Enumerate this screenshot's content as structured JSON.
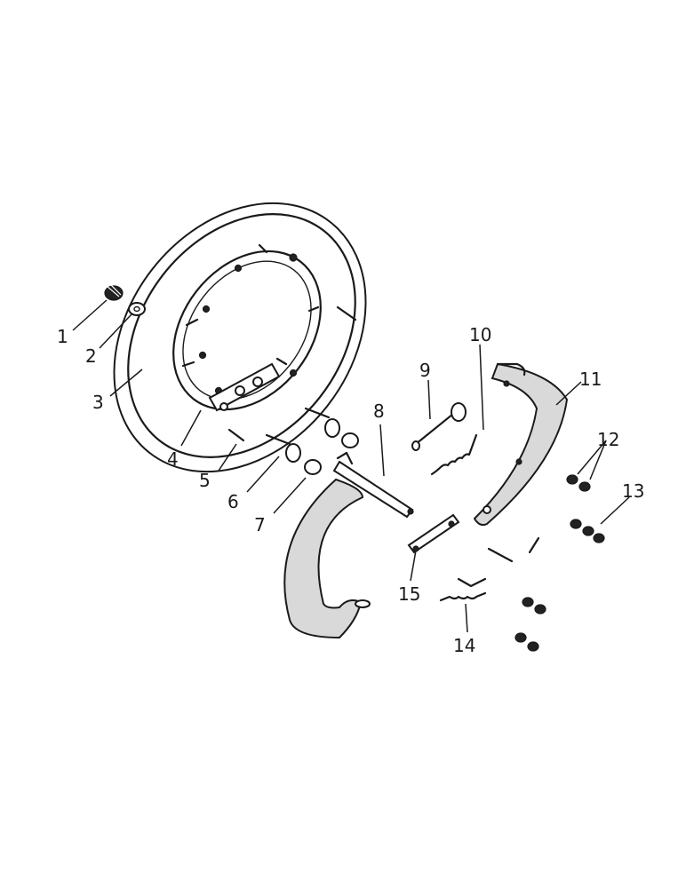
{
  "callouts": [
    {
      "id": 1,
      "text": "1"
    },
    {
      "id": 2,
      "text": "2"
    },
    {
      "id": 3,
      "text": "3"
    },
    {
      "id": 4,
      "text": "4"
    },
    {
      "id": 5,
      "text": "5"
    },
    {
      "id": 6,
      "text": "6"
    },
    {
      "id": 7,
      "text": "7"
    },
    {
      "id": 8,
      "text": "8"
    },
    {
      "id": 9,
      "text": "9"
    },
    {
      "id": 10,
      "text": "10"
    },
    {
      "id": 11,
      "text": "11"
    },
    {
      "id": 12,
      "text": "12"
    },
    {
      "id": 13,
      "text": "13"
    },
    {
      "id": 14,
      "text": "14"
    },
    {
      "id": 15,
      "text": "15"
    }
  ]
}
